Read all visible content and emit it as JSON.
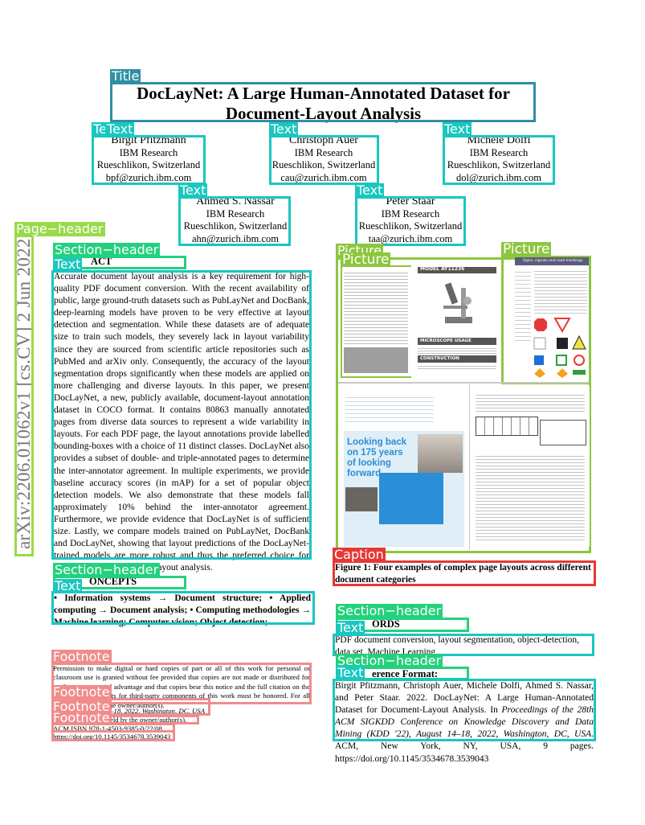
{
  "labels": {
    "title": "Title",
    "text": "Text",
    "text_cut": "Te",
    "page_header": "Page−header",
    "section_header": "Section−header",
    "picture": "Picture",
    "caption": "Caption",
    "footnote": "Footnote"
  },
  "colors": {
    "title": "#2f8fa6",
    "text": "#19c7c0",
    "page_header": "#9ad94a",
    "section_header": "#23d17c",
    "picture": "#8cc63f",
    "caption": "#e53935",
    "footnote": "#f08c8c"
  },
  "paper": {
    "title_line1": "DocLayNet: A Large Human-Annotated Dataset for",
    "title_line2": "Document-Layout Analysis",
    "authors": [
      {
        "name": "Birgit Pfitzmann",
        "org": "IBM Research",
        "loc": "Rueschlikon, Switzerland",
        "email": "bpf@zurich.ibm.com"
      },
      {
        "name": "Christoph Auer",
        "org": "IBM Research",
        "loc": "Rueschlikon, Switzerland",
        "email": "cau@zurich.ibm.com"
      },
      {
        "name": "Michele Dolfi",
        "org": "IBM Research",
        "loc": "Rueschlikon, Switzerland",
        "email": "dol@zurich.ibm.com"
      },
      {
        "name": "Ahmed S. Nassar",
        "org": "IBM Research",
        "loc": "Rueschlikon, Switzerland",
        "email": "ahn@zurich.ibm.com"
      },
      {
        "name": "Peter Staar",
        "org": "IBM Research",
        "loc": "Rueschlikon, Switzerland",
        "email": "taa@zurich.ibm.com"
      }
    ],
    "arxiv_id": "arXiv:2206.01062v1 [cs.CV] 2 Jun 2022",
    "abstract_header": "ACT",
    "abstract": "Accurate document layout analysis is a key requirement for high-quality PDF document conversion. With the recent availability of public, large ground-truth datasets such as PubLayNet and DocBank, deep-learning models have proven to be very effective at layout detection and segmentation. While these datasets are of adequate size to train such models, they severely lack in layout variability since they are sourced from scientific article repositories such as PubMed and arXiv only. Consequently, the accuracy of the layout segmentation drops significantly when these models are applied on more challenging and diverse layouts. In this paper, we present DocLayNet, a new, publicly available, document-layout annotation dataset in COCO format. It contains 80863 manually annotated pages from diverse data sources to represent a wide variability in layouts. For each PDF page, the layout annotations provide labelled bounding-boxes with a choice of 11 distinct classes. DocLayNet also provides a subset of double- and triple-annotated pages to determine the inter-annotator agreement. In multiple experiments, we provide baseline accuracy scores (in mAP) for a set of popular object detection models. We also demonstrate that these models fall approximately 10% behind the inter-annotator agreement. Furthermore, we provide evidence that DocLayNet is of sufficient size. Lastly, we compare models trained on PubLayNet, DocBank and DocLayNet, showing that layout predictions of the DocLayNet-trained models are more robust and thus the preferred choice for general-purpose document-layout analysis.",
    "concepts_header": "ONCEPTS",
    "concepts": "• Information systems → Document structure; • Applied computing → Document analysis; • Computing methodologies → Machine learning; Computer vision; Object detection;",
    "footnote_main": "Permission to make digital or hard copies of part or all of this work for personal or classroom use is granted without fee provided that copies are not made or distributed for profit or commercial advantage and that copies bear this notice and the full citation on the first page. Copyrights for third-party components of this work must be honored. For all other uses, contact the owner/author(s).",
    "footnote_2": "KDD '22, August 14–18, 2022, Washington, DC, USA",
    "footnote_3": "© 2022 Copyright held by the owner/author(s).",
    "footnote_4": "ACM ISBN 978-1-4503-9385-0/22/08.",
    "footnote_5": "https://doi.org/10.1145/3534678.3539043",
    "caption": "Figure 1: Four examples of complex page layouts across different document categories",
    "keywords_header": "ORDS",
    "keywords": "PDF document conversion, layout segmentation, object-detection, data set, Machine Learning",
    "refformat_header": "erence Format:",
    "refformat_authors": "Birgit Pfitzmann, Christoph Auer, Michele Dolfi, Ahmed S. Nassar, and Peter Staar. 2022. DocLayNet: A Large Human-Annotated Dataset for Document-Layout Analysis. In ",
    "refformat_venue": "Proceedings of the 28th ACM SIGKDD Conference on Knowledge Discovery and Data Mining (KDD '22), August 14–18, 2022, Washington, DC, USA",
    "refformat_tail": ". ACM, New York, NY, USA, 9 pages. https://doi.org/10.1145/3534678.3539043",
    "thumb_microscope_title": "MODEL AY11236",
    "thumb_microscope_usage": "MICROSCOPE USAGE",
    "thumb_microscope_construction": "CONSTRUCTION",
    "thumb_signs_title": "Signs, signals and road markings",
    "thumb_poster_headline": "Looking back on 175 years of looking forward."
  }
}
